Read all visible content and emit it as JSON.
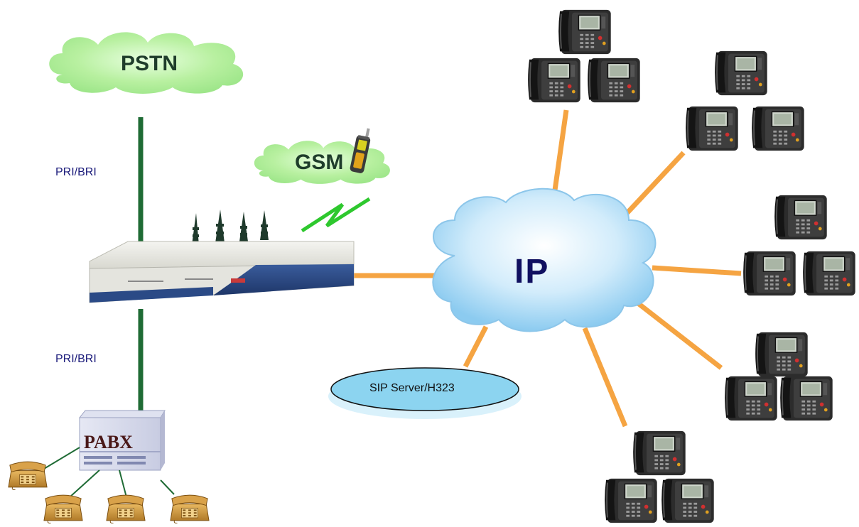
{
  "clouds": {
    "pstn": "PSTN",
    "gsm": "GSM",
    "ip": "IP"
  },
  "links": {
    "pstn_to_gateway": "PRI/BRI",
    "gateway_to_pabx": "PRI/BRI"
  },
  "devices": {
    "pabx": "PABX",
    "sip_server": "SIP Server/H323"
  },
  "colors": {
    "green_cloud": "#b8f0a0",
    "ip_cloud": "#a8d8f4",
    "green_link": "#1f6b35",
    "orange_link": "#f5a442",
    "gsm_zigzag": "#2ec82e",
    "gateway_body": "#2b4a86",
    "sip_ellipse": "#8cd4f0"
  },
  "icons": {
    "ip_phone": "ip-phone-icon",
    "desk_phone": "desk-phone-icon",
    "mobile_phone": "mobile-phone-icon",
    "gateway": "gsm-gateway-icon",
    "pabx": "pabx-icon"
  }
}
